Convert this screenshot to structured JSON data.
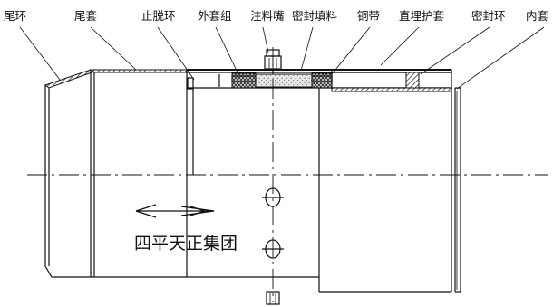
{
  "labels": {
    "tail_ring": "尾环",
    "tail_sleeve": "尾套",
    "stop_ring": "止脱环",
    "outer_sleeve_group": "外套组",
    "injection_nozzle": "注料嘴",
    "sealing_filler": "密封填料",
    "copper_band": "铜带",
    "direct_buried_sleeve": "直埋护套",
    "seal_ring": "密封环",
    "inner_sleeve": "内套"
  },
  "brand_text": "四平天正集团",
  "icons": {
    "flow_arrow": "left-arrow-icon"
  }
}
